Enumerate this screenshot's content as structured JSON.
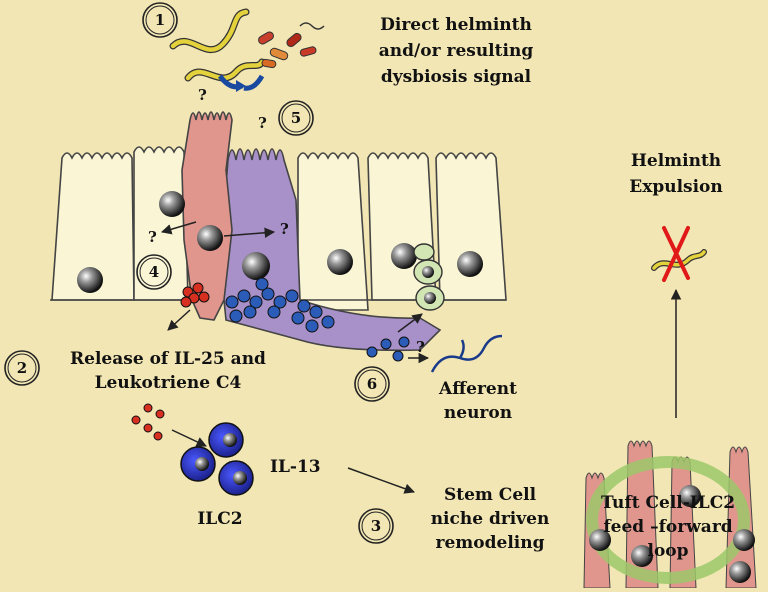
{
  "steps": {
    "s1": "1",
    "s2": "2",
    "s3": "3",
    "s4": "4",
    "s5": "5",
    "s6": "6"
  },
  "labels": {
    "signal_line1": "Direct helminth",
    "signal_line2": "and/or resulting",
    "signal_line3": "dysbiosis signal",
    "release_line1": "Release of IL-25 and",
    "release_line2": "Leukotriene C4",
    "il13": "IL-13",
    "ilc2": "ILC2",
    "stem_line1": "Stem Cell",
    "stem_line2": "niche driven",
    "stem_line3": "remodeling",
    "neuron_line1": "Afferent",
    "neuron_line2": "neuron",
    "expulsion_line1": "Helminth",
    "expulsion_line2": "Expulsion",
    "loop_line1": "Tuft Cell-ILC2",
    "loop_line2": "feed –forward",
    "loop_line3": "loop",
    "question": "?"
  },
  "colors": {
    "background": "#f2e6b4",
    "epithelial_cell": "#faf5d4",
    "tuft_cell": "#e0968c",
    "secretory_cell": "#a890c8",
    "granule": "#2a5cb8",
    "il25_dot": "#d83020",
    "ilc2_cell": "#2a34c8",
    "worm": "#e4d23c",
    "neuron": "#1a3a8a",
    "cross": "#e01818"
  }
}
